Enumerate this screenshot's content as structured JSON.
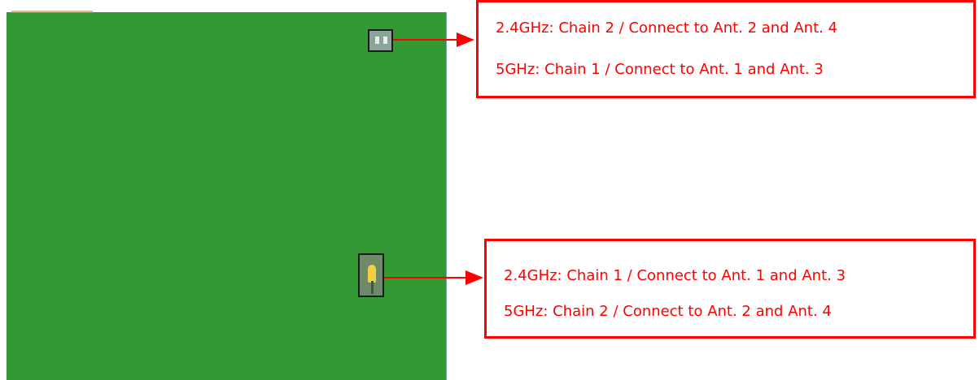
{
  "callouts": {
    "top": {
      "line1": "2.4GHz: Chain 2 / Connect to Ant. 2 and Ant. 4",
      "line2": "5GHz: Chain 1 / Connect to Ant. 1 and Ant. 3"
    },
    "bottom": {
      "line1": "2.4GHz: Chain 1 / Connect to Ant. 1 and Ant. 3",
      "line2": "5GHz: Chain 2 / Connect to Ant. 2 and Ant. 4"
    }
  },
  "colors": {
    "board": "#339933",
    "annotation": "#ff0000",
    "background": "#ffffff"
  }
}
